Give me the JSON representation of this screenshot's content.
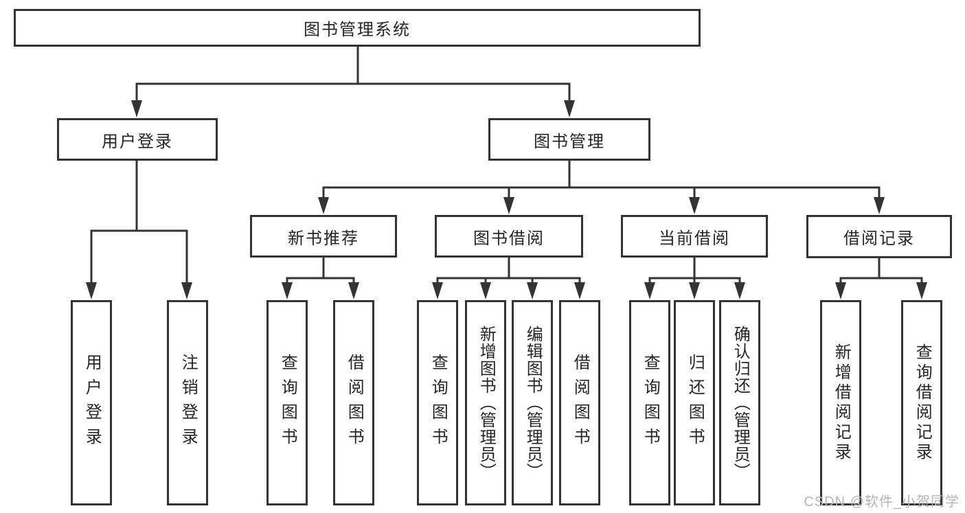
{
  "tree": {
    "root": {
      "label": "图书管理系统"
    },
    "branches": [
      {
        "label": "用户登录",
        "leaves": [
          "用户登录",
          "注销登录"
        ]
      },
      {
        "label": "图书管理",
        "sections": [
          {
            "label": "新书推荐",
            "leaves": [
              "查询图书",
              "借阅图书"
            ]
          },
          {
            "label": "图书借阅",
            "leaves": [
              "查询图书",
              "新增图书（管理员）",
              "编辑图书（管理员）",
              "借阅图书"
            ]
          },
          {
            "label": "当前借阅",
            "leaves": [
              "查询图书",
              "归还图书",
              "确认归还（管理员）"
            ]
          },
          {
            "label": "借阅记录",
            "leaves": [
              "新增借阅记录",
              "查询借阅记录"
            ]
          }
        ]
      }
    ]
  },
  "watermark": {
    "text": "CSDN @软件_小贺同学",
    "color": "#b5b5b5"
  },
  "colors": {
    "line": "#333333",
    "box_border": "#333333",
    "text": "#262626",
    "background": "#ffffff"
  }
}
